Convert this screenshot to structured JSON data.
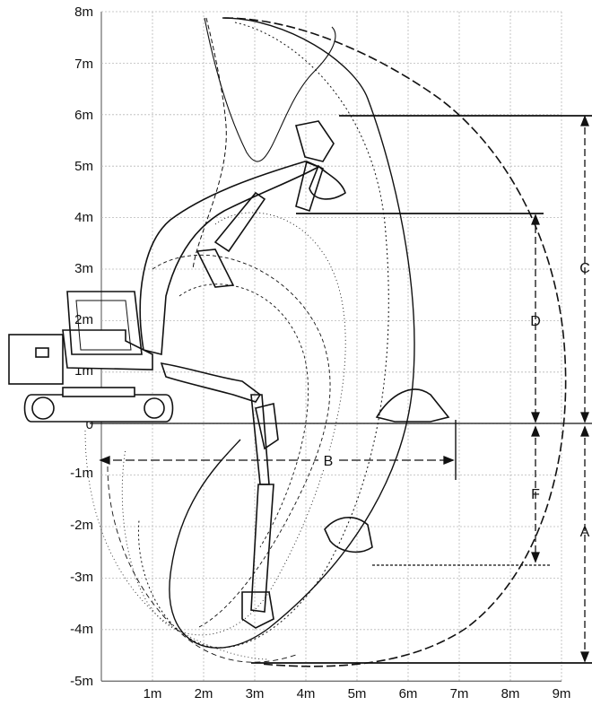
{
  "diagram": {
    "y_axis_labels": [
      "8m",
      "7m",
      "6m",
      "5m",
      "4m",
      "3m",
      "2m",
      "1m",
      "0",
      "-1m",
      "-2m",
      "-3m",
      "-4m",
      "-5m"
    ],
    "x_axis_labels": [
      "1m",
      "2m",
      "3m",
      "4m",
      "5m",
      "6m",
      "7m",
      "8m",
      "9m"
    ],
    "dimension_labels": {
      "a": "A",
      "b": "B",
      "c": "C",
      "d": "D",
      "f": "F"
    },
    "colors": {
      "grid": "#b8b8b8",
      "ink": "#111111",
      "background": "#ffffff"
    }
  }
}
